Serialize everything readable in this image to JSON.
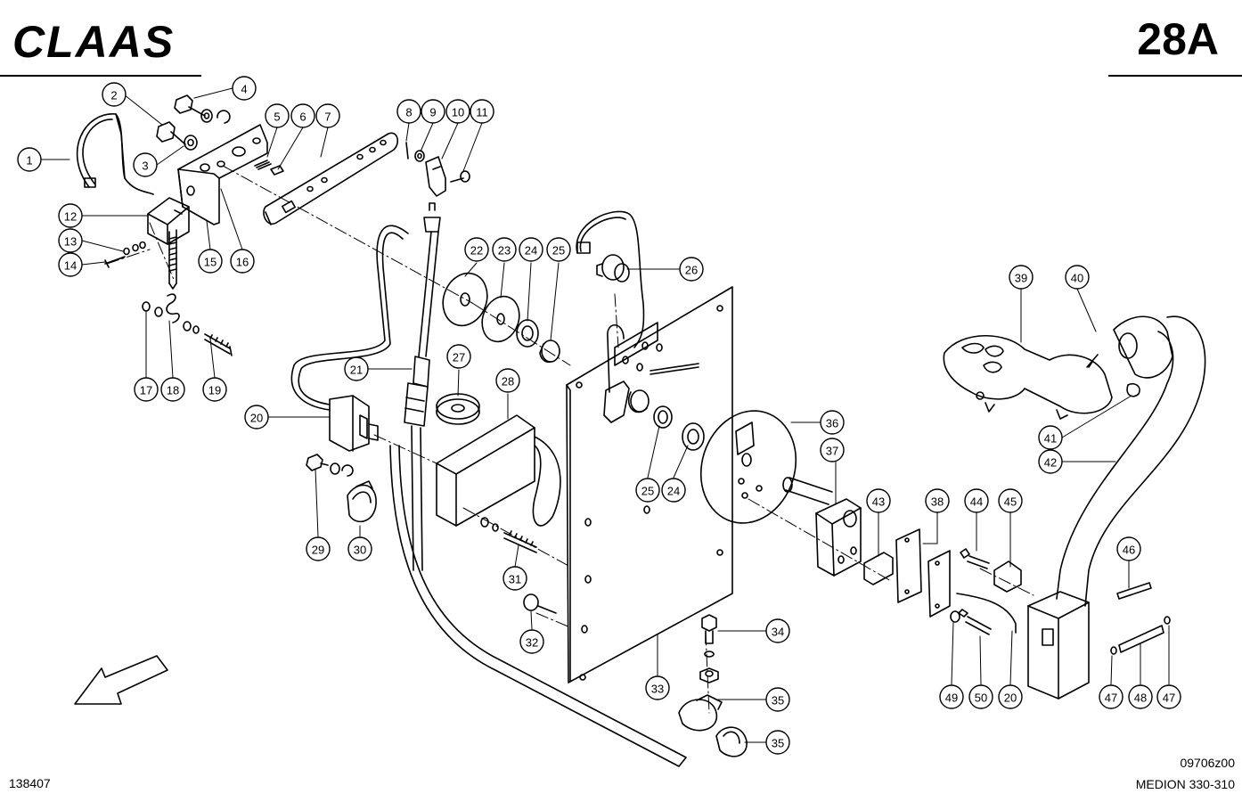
{
  "header": {
    "brand": "CLAAS",
    "sheet_number": "28A"
  },
  "footer": {
    "document_number": "138407",
    "drawing_code": "09706z00",
    "model": "MEDION 330-310"
  },
  "callouts": [
    "1",
    "2",
    "3",
    "4",
    "5",
    "6",
    "7",
    "8",
    "9",
    "10",
    "11",
    "12",
    "13",
    "14",
    "15",
    "16",
    "17",
    "18",
    "19",
    "20",
    "21",
    "22",
    "23",
    "24",
    "25",
    "26",
    "27",
    "28",
    "29",
    "30",
    "31",
    "32",
    "33",
    "34",
    "35",
    "36",
    "37",
    "38",
    "39",
    "40",
    "41",
    "42",
    "43",
    "44",
    "45",
    "46",
    "47",
    "48",
    "49",
    "50",
    "20",
    "24",
    "25",
    "35",
    "47"
  ]
}
